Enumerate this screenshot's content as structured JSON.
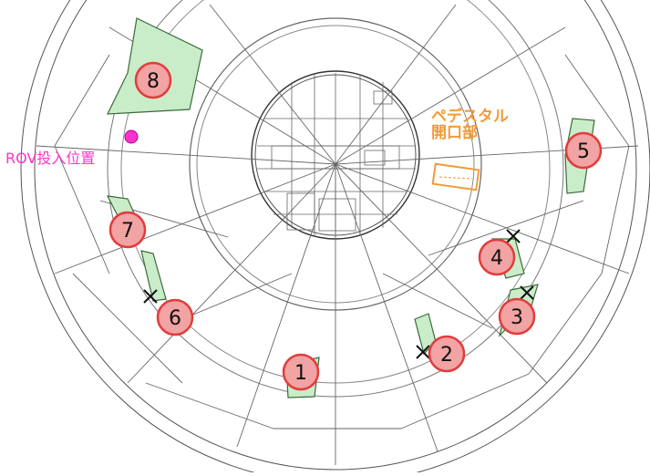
{
  "labels": {
    "rov_insertion": "ROV投入位置",
    "pedestal_line1": "ペデスタル",
    "pedestal_line2": "開口部"
  },
  "markers": [
    {
      "number": "1"
    },
    {
      "number": "2"
    },
    {
      "number": "3"
    },
    {
      "number": "4"
    },
    {
      "number": "5"
    },
    {
      "number": "6"
    },
    {
      "number": "7"
    },
    {
      "number": "8"
    }
  ],
  "colors": {
    "marker_fill": "#f2a3a3",
    "marker_stroke": "#e23c3c",
    "region_fill": "#c9ecc9",
    "region_stroke": "#3a6b3a",
    "rov_point": "#ff33cc",
    "pedestal_accent": "#f29a3a",
    "structure_line": "#555555"
  }
}
